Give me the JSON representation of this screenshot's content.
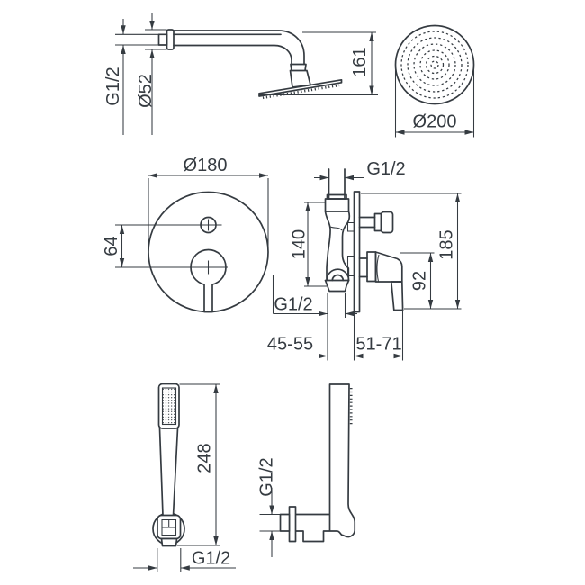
{
  "colors": {
    "line": "#353b41",
    "background": "#ffffff"
  },
  "views": {
    "overhead_shower_side": {
      "labels": {
        "wall_thread": "G1/2",
        "escutcheon_diameter": "Ø52",
        "head_height": "161"
      }
    },
    "overhead_shower_top": {
      "labels": {
        "diameter": "Ø200"
      }
    },
    "mixer_front": {
      "labels": {
        "plate_diameter": "Ø180",
        "knob_spacing": "64"
      }
    },
    "mixer_side": {
      "labels": {
        "top_thread": "G1/2",
        "connection_span": "140",
        "overall_height": "185",
        "handle_height": "92",
        "bottom_thread": "G1/2",
        "depth_range": "45-55",
        "projection_range": "51-71"
      }
    },
    "hand_shower_front": {
      "labels": {
        "length": "248",
        "hose_thread": "G1/2"
      }
    },
    "hand_shower_side": {
      "labels": {
        "wall_thread": "G1/2"
      }
    }
  }
}
